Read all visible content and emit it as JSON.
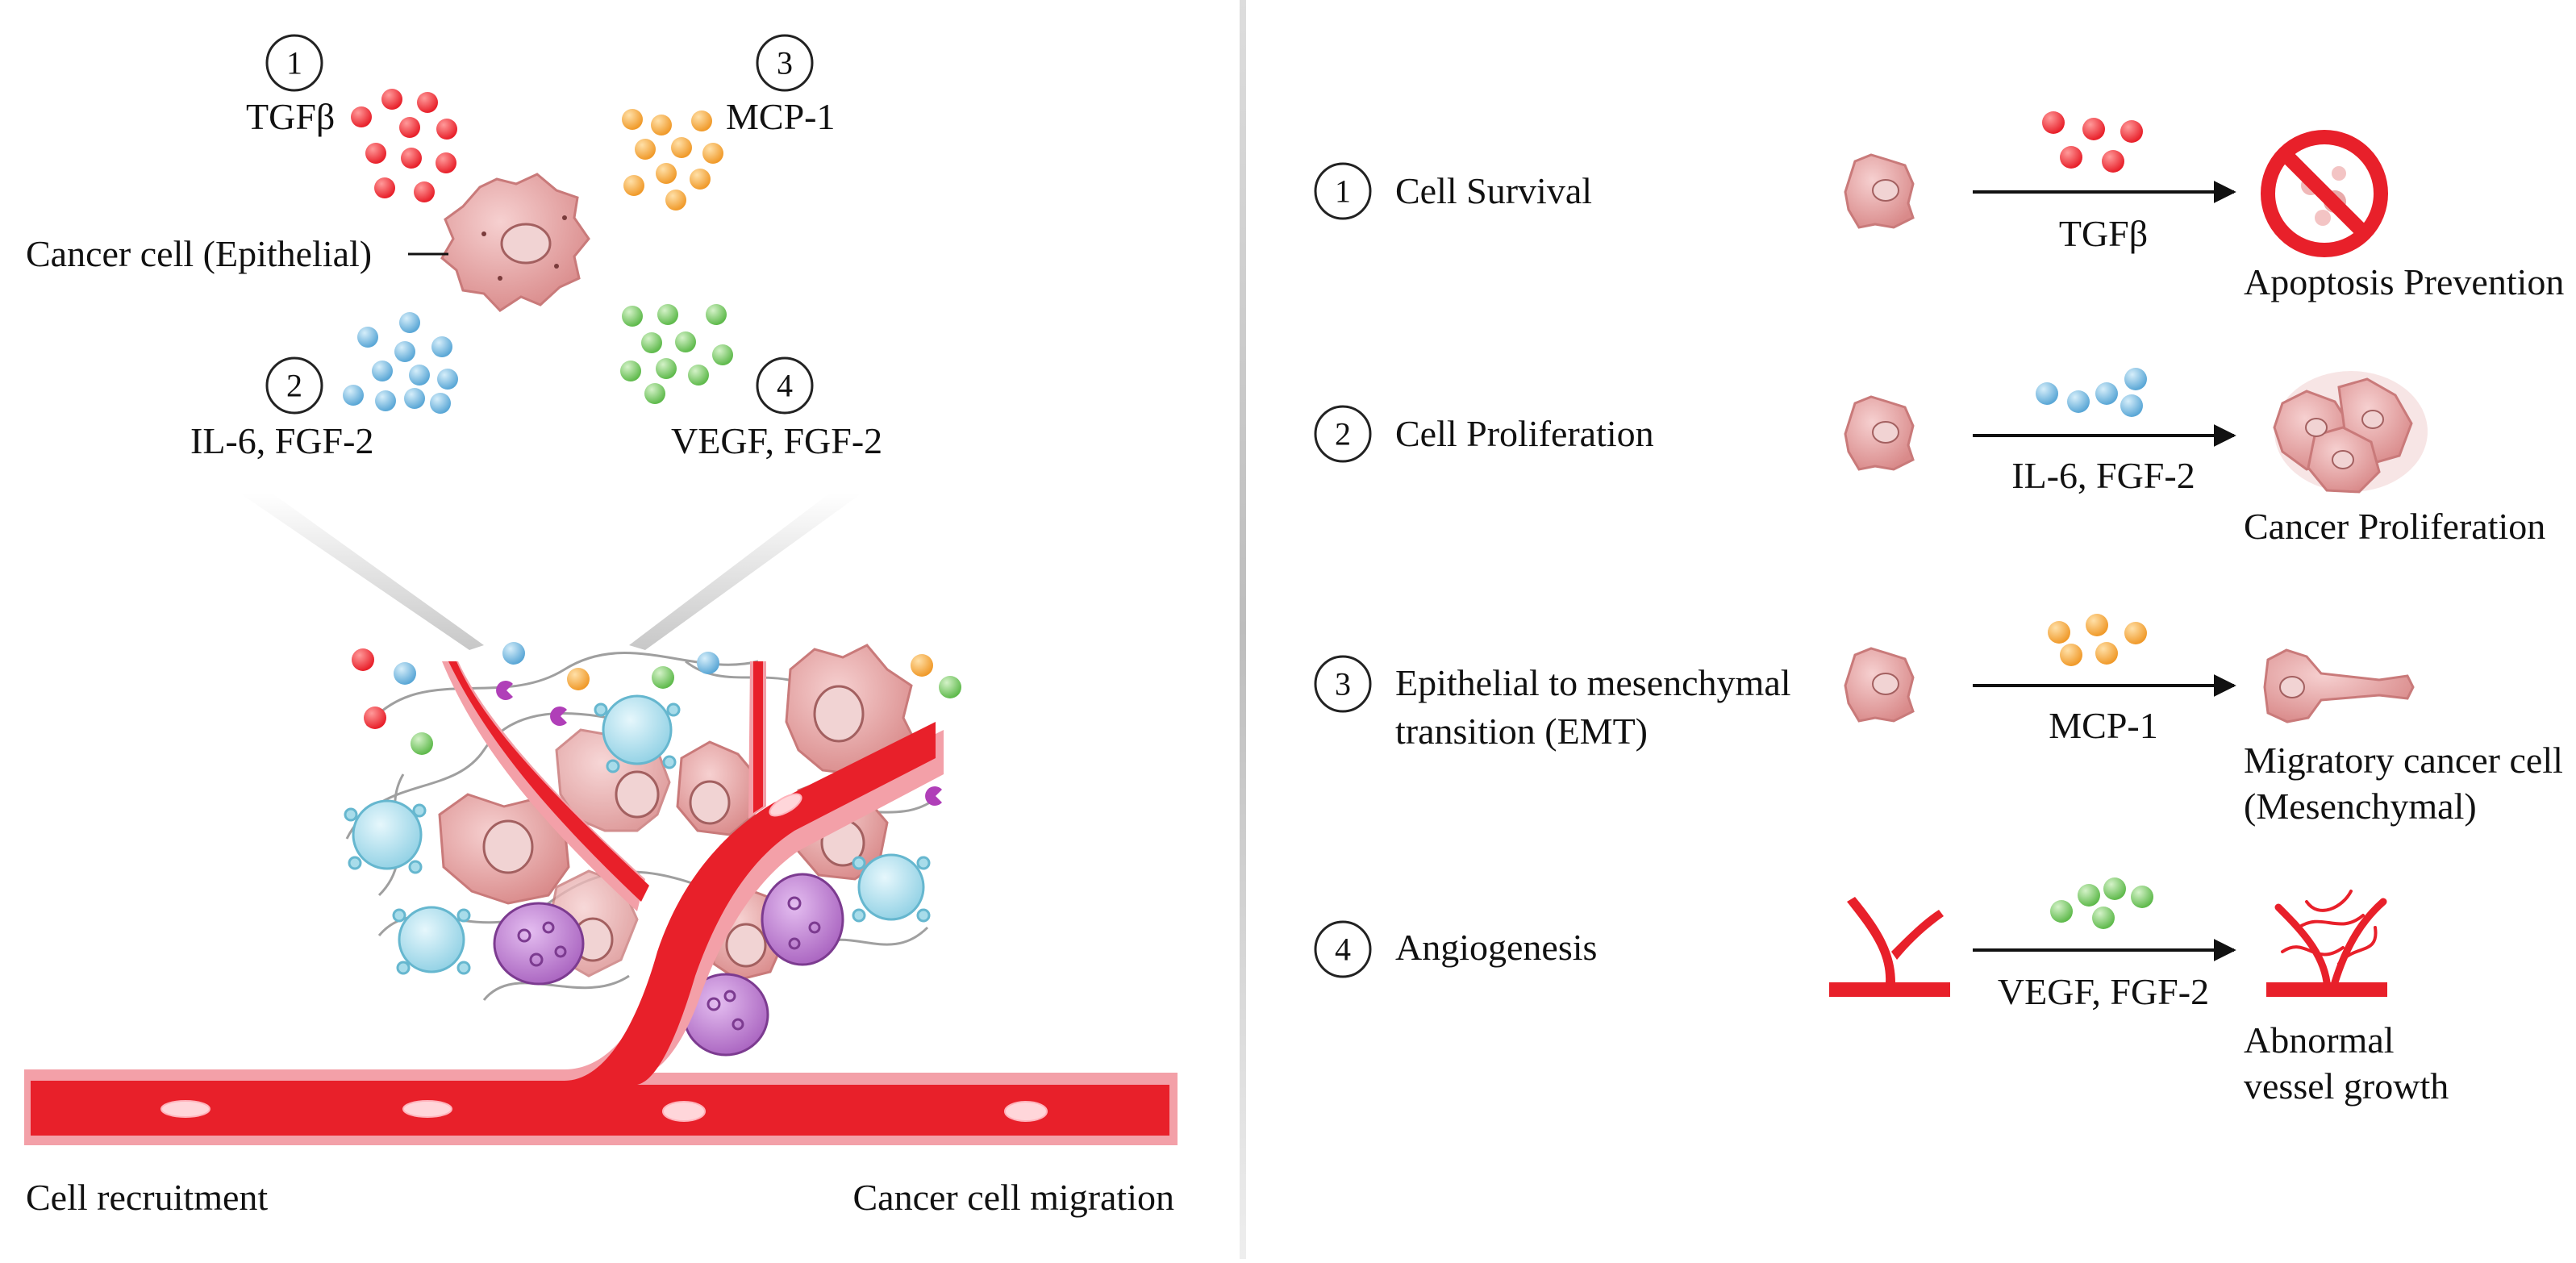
{
  "left_panel": {
    "markers": [
      {
        "number": "1",
        "label": "TGFβ"
      },
      {
        "number": "2",
        "label": "IL-6, FGF-2"
      },
      {
        "number": "3",
        "label": "MCP-1"
      },
      {
        "number": "4",
        "label": "VEGF, FGF-2"
      }
    ],
    "cancer_cell_label": "Cancer cell (Epithelial)",
    "bottom_left_label": "Cell recruitment",
    "bottom_right_label": "Cancer cell migration"
  },
  "right_panel": {
    "rows": [
      {
        "number": "1",
        "title": "Cell Survival",
        "title2": "",
        "factor": "TGFβ",
        "outcome1": "Apoptosis Prevention",
        "outcome2": "",
        "dot_color": "#e8383d"
      },
      {
        "number": "2",
        "title": "Cell Proliferation",
        "title2": "",
        "factor": "IL-6, FGF-2",
        "outcome1": "Cancer Proliferation",
        "outcome2": "",
        "dot_color": "#6fb6de"
      },
      {
        "number": "3",
        "title": "Epithelial to mesenchymal",
        "title2": "transition (EMT)",
        "factor": "MCP-1",
        "outcome1": "Migratory cancer cell",
        "outcome2": "(Mesenchymal)",
        "dot_color": "#f3a540"
      },
      {
        "number": "4",
        "title": "Angiogenesis",
        "title2": "",
        "factor": "VEGF, FGF-2",
        "outcome1": "Abnormal",
        "outcome2": "vessel growth",
        "dot_color": "#7cc96a"
      }
    ]
  },
  "colors": {
    "vessel": "#e8202a",
    "vessel_edge": "#f3a0a8",
    "cancer_cell": "#e7a3a3",
    "immune_cell": "#a8dcea",
    "macrophage": "#b06fc2",
    "tgf": "#e8383d",
    "il6": "#6fb6de",
    "mcp": "#f3a540",
    "vegf": "#7cc96a"
  }
}
